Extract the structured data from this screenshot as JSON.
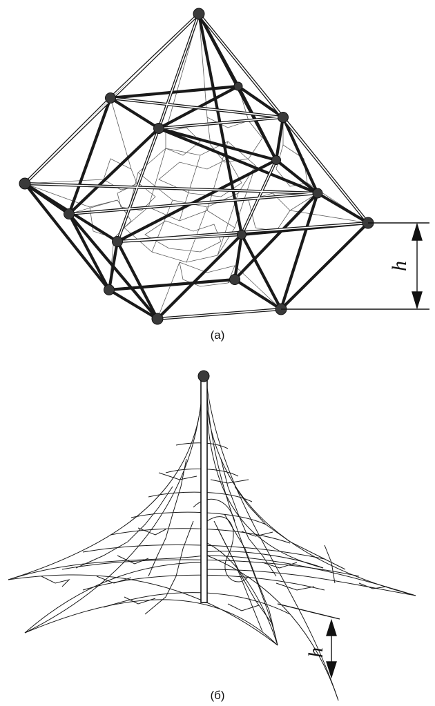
{
  "figure": {
    "panel_a": {
      "caption": "(a)",
      "dimension_label": "h"
    },
    "panel_b": {
      "caption": "(б)",
      "dimension_label": "h"
    }
  },
  "colors": {
    "line": "#1a1a1a",
    "background": "#ffffff",
    "joint_fill": "#3a3a3a"
  }
}
